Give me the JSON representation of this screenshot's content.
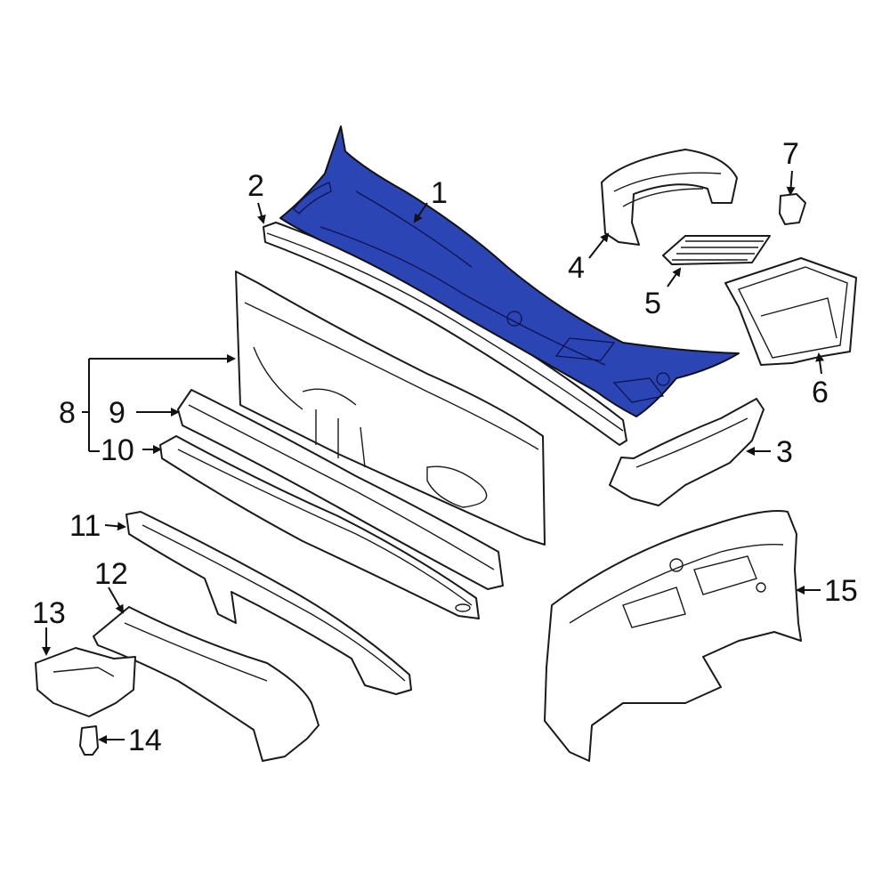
{
  "diagram": {
    "highlight_color": "#2b45b5",
    "callouts": [
      {
        "id": "1",
        "label": "1"
      },
      {
        "id": "2",
        "label": "2"
      },
      {
        "id": "3",
        "label": "3"
      },
      {
        "id": "4",
        "label": "4"
      },
      {
        "id": "5",
        "label": "5"
      },
      {
        "id": "6",
        "label": "6"
      },
      {
        "id": "7",
        "label": "7"
      },
      {
        "id": "8",
        "label": "8"
      },
      {
        "id": "9",
        "label": "9"
      },
      {
        "id": "10",
        "label": "10"
      },
      {
        "id": "11",
        "label": "11"
      },
      {
        "id": "12",
        "label": "12"
      },
      {
        "id": "13",
        "label": "13"
      },
      {
        "id": "14",
        "label": "14"
      },
      {
        "id": "15",
        "label": "15"
      }
    ]
  }
}
